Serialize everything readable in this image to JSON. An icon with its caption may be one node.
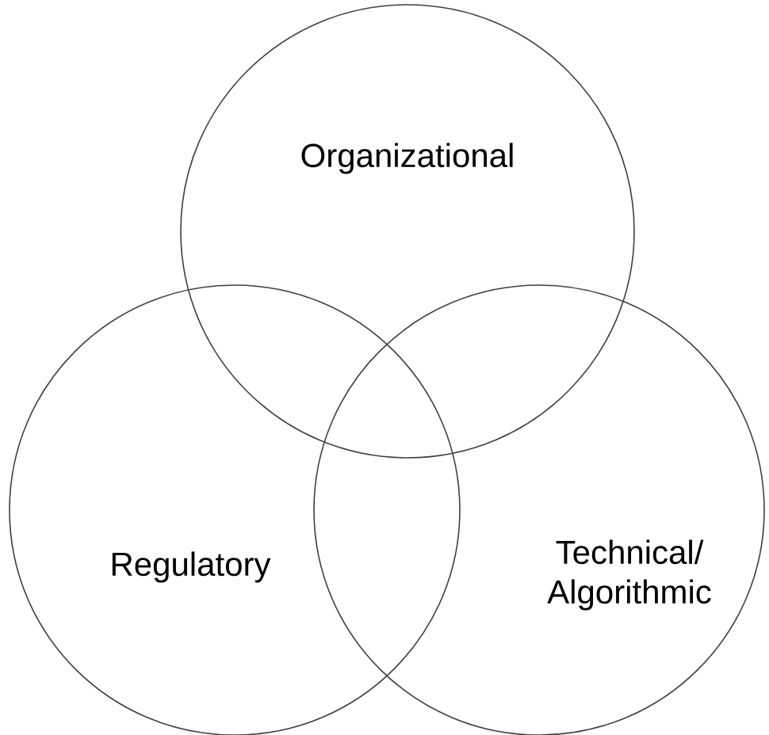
{
  "diagram": {
    "nodes": [
      {
        "text": [
          "Organizational"
        ]
      },
      {
        "text": [
          "Regulatory"
        ]
      },
      {
        "text": [
          "Technical/ Algorithmic"
        ]
      }
    ]
  }
}
